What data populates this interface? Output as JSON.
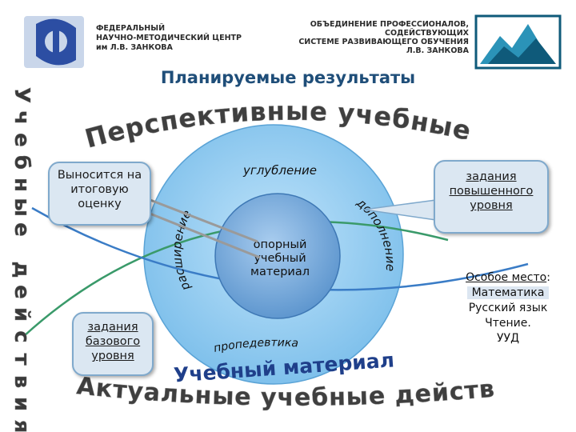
{
  "header": {
    "left_lines": [
      "ФЕДЕРАЛЬНЫЙ",
      "НАУЧНО-МЕТОДИЧЕСКИЙ ЦЕНТР",
      "им Л.В. ЗАНКОВА"
    ],
    "right_lines": [
      "ОБЪЕДИНЕНИЕ ПРОФЕССИОНАЛОВ,",
      "СОДЕЙСТВУЮЩИХ",
      "СИСТЕМЕ РАЗВИВАЮЩЕГО ОБУЧЕНИЯ",
      "Л.В. ЗАНКОВА"
    ]
  },
  "title": "Планируемые результаты",
  "arc_top": "Перспективные учебные действия",
  "arc_bottom": "Актуальные учебные действия",
  "vertical_left": "Учебные действия",
  "circle": {
    "outer_top": "углубление",
    "outer_left": "расширение",
    "outer_right": "дополнение",
    "outer_bottom": "пропедевтика",
    "inner": [
      "опорный",
      "учебный",
      "материал"
    ],
    "wordart": "Учебный материал"
  },
  "callouts": {
    "final_grade": [
      "Выносится на",
      "итоговую",
      "оценку"
    ],
    "advanced": [
      "задания",
      "повышенного",
      "уровня"
    ],
    "basic": [
      "задания",
      "базового",
      "уровня"
    ]
  },
  "special": {
    "heading": "Особое место",
    "colon": ":",
    "items": [
      "Математика",
      "Русский язык",
      "Чтение.",
      "УУД"
    ]
  },
  "colors": {
    "outer_circle": "#8fc8f0",
    "inner_circle": "#6fa6d8",
    "title": "#1f4e79",
    "callout_bg": "#dbe7f2",
    "wordart": "#1f3f8a"
  }
}
